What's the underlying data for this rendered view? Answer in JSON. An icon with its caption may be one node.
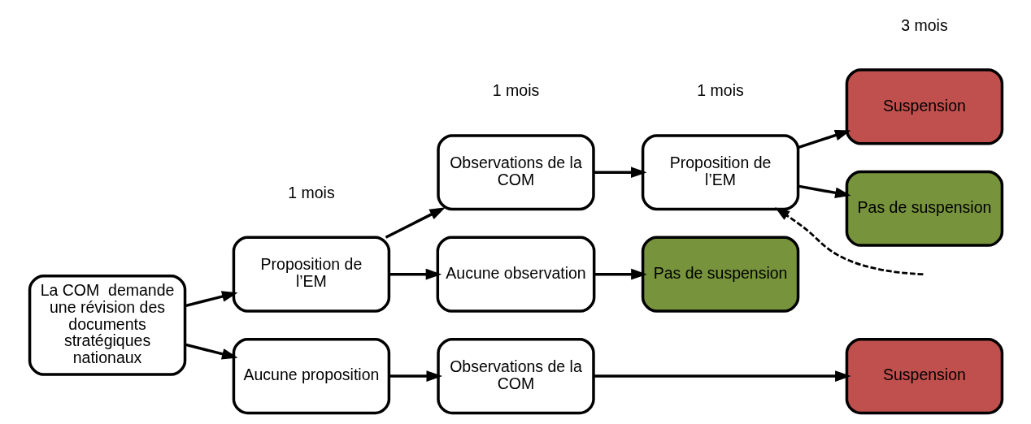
{
  "diagram": {
    "nodes": [
      {
        "text": [
          "La COM  demande une révision des documents stratégiques nationaux"
        ]
      },
      {
        "text": [
          "Proposition de l’EM"
        ]
      },
      {
        "text": [
          "Aucune proposition"
        ]
      },
      {
        "text": [
          "Observations de la COM"
        ]
      },
      {
        "text": [
          "Aucune observation"
        ]
      },
      {
        "text": [
          "Observations de la COM"
        ]
      },
      {
        "text": [
          "Proposition de l’EM"
        ]
      },
      {
        "text": [
          "Pas de suspension"
        ]
      },
      {
        "text": [
          "Suspension"
        ]
      },
      {
        "text": [
          "Pas de suspension"
        ]
      },
      {
        "text": [
          "Suspension"
        ]
      }
    ],
    "edges": [
      {
        "from": 0,
        "to": 1,
        "arrow": "to"
      },
      {
        "from": 0,
        "to": 2,
        "arrow": "to"
      },
      {
        "from": 1,
        "to": 3,
        "arrow": "to"
      },
      {
        "from": 1,
        "to": 4,
        "arrow": "to"
      },
      {
        "from": 2,
        "to": 5,
        "arrow": "to"
      },
      {
        "from": 3,
        "to": 6,
        "arrow": "to"
      },
      {
        "from": 4,
        "to": 7,
        "arrow": "to"
      },
      {
        "from": 6,
        "to": 8,
        "arrow": "to"
      },
      {
        "from": 6,
        "to": 9,
        "arrow": "to"
      },
      {
        "from": 5,
        "to": 10,
        "arrow": "to"
      },
      {
        "from": null,
        "to": 6,
        "arrow": "to",
        "style": "dashed"
      }
    ],
    "labels": [
      "3 mois",
      "1 mois",
      "1 mois",
      "1 mois"
    ]
  }
}
